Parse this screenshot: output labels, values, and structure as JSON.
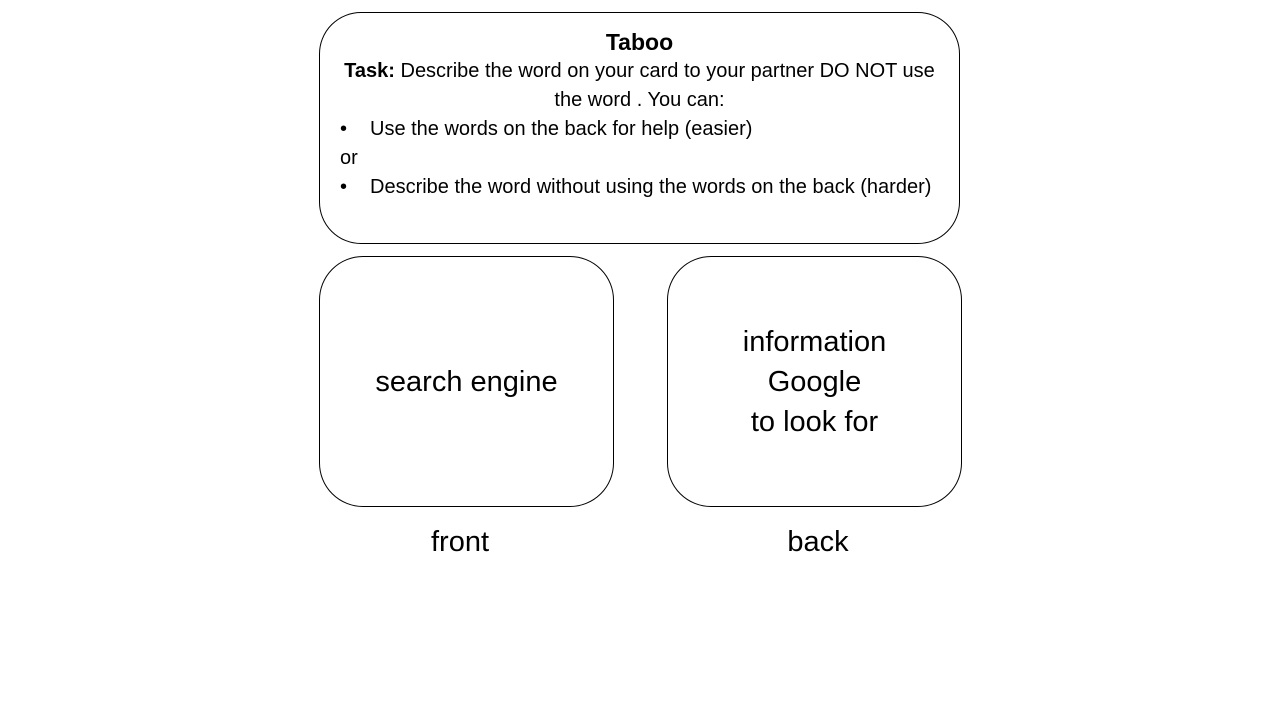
{
  "task": {
    "title": "Taboo",
    "label": "Task:",
    "description": " Describe the word on your card to your partner DO NOT use the word . You can:",
    "bullet_symbol": "•",
    "option_1": "Use the words on the back for help (easier)",
    "separator": "or",
    "option_2": "Describe the word without using the words on the back (harder)"
  },
  "cards": {
    "front": {
      "word": "search engine",
      "caption": "front"
    },
    "back": {
      "words": [
        "information",
        "Google",
        "to look for"
      ],
      "caption": "back"
    }
  }
}
